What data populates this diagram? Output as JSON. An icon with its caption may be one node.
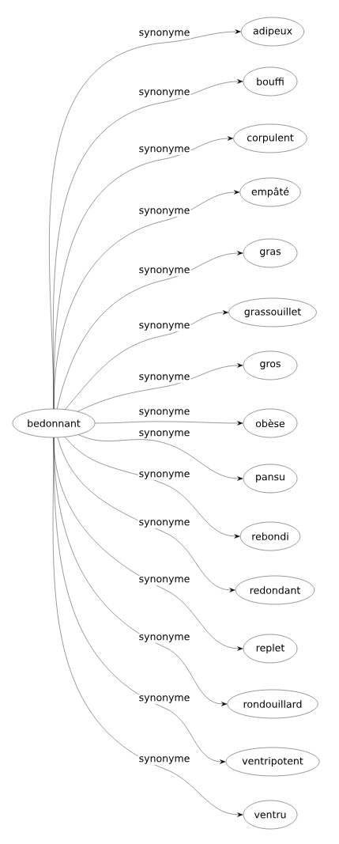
{
  "diagram": {
    "nodes": [
      {
        "text": [
          "bedonnant"
        ]
      },
      {
        "text": [
          "adipeux"
        ]
      },
      {
        "text": [
          "bouffi"
        ]
      },
      {
        "text": [
          "corpulent"
        ]
      },
      {
        "text": [
          "empâté"
        ]
      },
      {
        "text": [
          "gras"
        ]
      },
      {
        "text": [
          "grassouillet"
        ]
      },
      {
        "text": [
          "gros"
        ]
      },
      {
        "text": [
          "obèse"
        ]
      },
      {
        "text": [
          "pansu"
        ]
      },
      {
        "text": [
          "rebondi"
        ]
      },
      {
        "text": [
          "redondant"
        ]
      },
      {
        "text": [
          "replet"
        ]
      },
      {
        "text": [
          "rondouillard"
        ]
      },
      {
        "text": [
          "ventripotent"
        ]
      },
      {
        "text": [
          "ventru"
        ]
      }
    ],
    "edges": [
      {
        "from": 0,
        "to": 1,
        "arrow": "to",
        "label": "synonyme"
      },
      {
        "from": 0,
        "to": 2,
        "arrow": "to",
        "label": "synonyme"
      },
      {
        "from": 0,
        "to": 3,
        "arrow": "to",
        "label": "synonyme"
      },
      {
        "from": 0,
        "to": 4,
        "arrow": "to",
        "label": "synonyme"
      },
      {
        "from": 0,
        "to": 5,
        "arrow": "to",
        "label": "synonyme"
      },
      {
        "from": 0,
        "to": 6,
        "arrow": "to",
        "label": "synonyme"
      },
      {
        "from": 0,
        "to": 7,
        "arrow": "to",
        "label": "synonyme"
      },
      {
        "from": 0,
        "to": 8,
        "arrow": "to",
        "label": "synonyme"
      },
      {
        "from": 0,
        "to": 9,
        "arrow": "to",
        "label": "synonyme"
      },
      {
        "from": 0,
        "to": 10,
        "arrow": "to",
        "label": "synonyme"
      },
      {
        "from": 0,
        "to": 11,
        "arrow": "to",
        "label": "synonyme"
      },
      {
        "from": 0,
        "to": 12,
        "arrow": "to",
        "label": "synonyme"
      },
      {
        "from": 0,
        "to": 13,
        "arrow": "to",
        "label": "synonyme"
      },
      {
        "from": 0,
        "to": 14,
        "arrow": "to",
        "label": "synonyme"
      },
      {
        "from": 0,
        "to": 15,
        "arrow": "to",
        "label": "synonyme"
      }
    ]
  }
}
